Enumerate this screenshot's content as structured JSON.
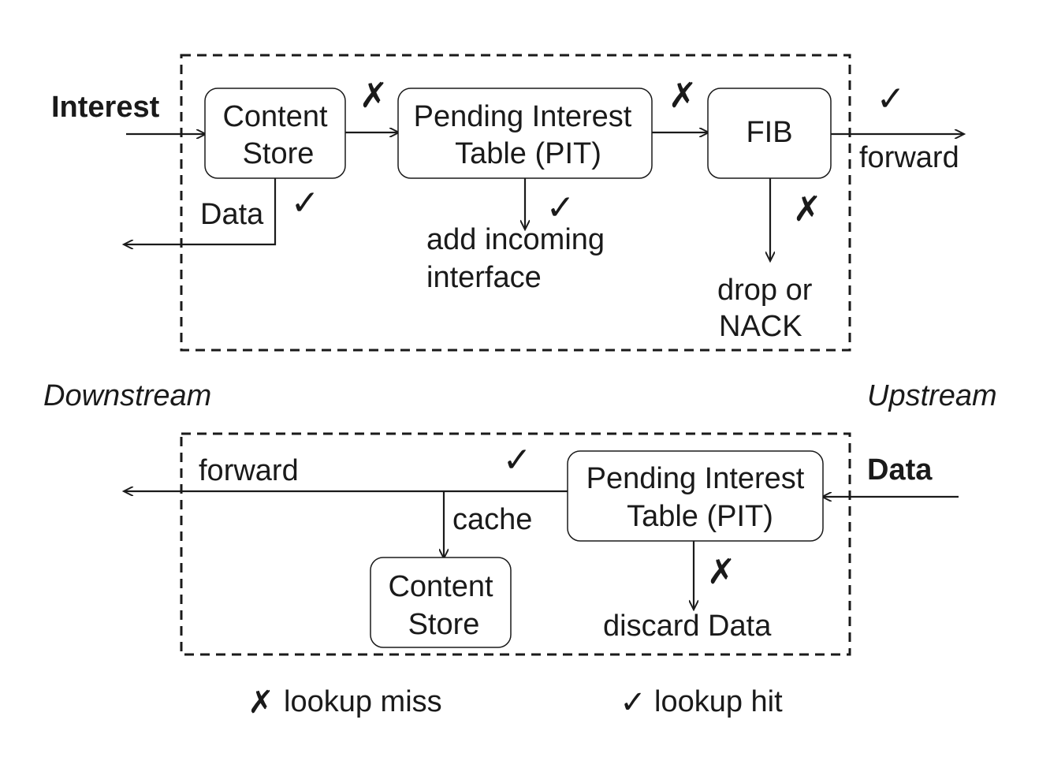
{
  "interest_path": {
    "input_label": "Interest",
    "content_store": [
      "Content",
      "Store"
    ],
    "pit": [
      "Pending Interest",
      "Table (PIT)"
    ],
    "fib": "FIB",
    "data_return_label": "Data",
    "pit_hit_label": [
      "add incoming",
      "interface"
    ],
    "fib_miss_label": [
      "drop or",
      "NACK"
    ],
    "forward_label": "forward"
  },
  "directions": {
    "downstream": "Downstream",
    "upstream": "Upstream"
  },
  "data_path": {
    "input_label": "Data",
    "pit": [
      "Pending Interest",
      "Table (PIT)"
    ],
    "forward_label": "forward",
    "cache_label": "cache",
    "content_store": [
      "Content",
      "Store"
    ],
    "pit_miss_label": "discard Data"
  },
  "marks": {
    "miss": "✗",
    "hit": "✓"
  },
  "legend": {
    "miss_label": "lookup miss",
    "hit_label": "lookup hit"
  }
}
